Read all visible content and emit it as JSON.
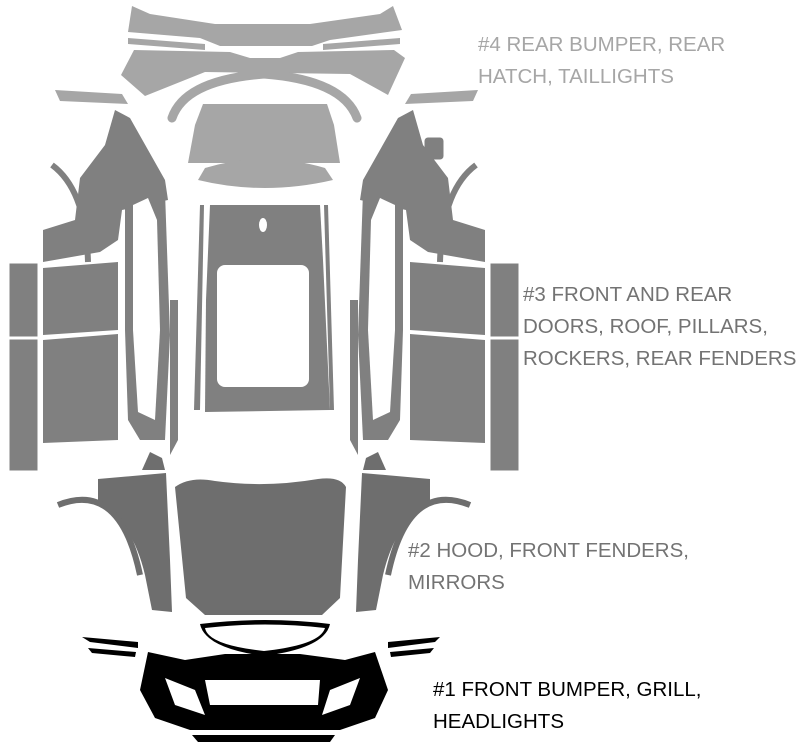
{
  "colors": {
    "rear_parts": "#a6a6a6",
    "side_parts": "#808080",
    "hood_parts": "#6e6e6e",
    "front_parts": "#000000",
    "label4": "#a6a6a6",
    "label3": "#737373",
    "label2": "#737373",
    "label1": "#000000"
  },
  "labels": {
    "package4": {
      "lines": [
        "#4 REAR BUMPER, REAR",
        "HATCH, TAILLIGHTS"
      ]
    },
    "package3": {
      "lines": [
        "#3 FRONT AND REAR",
        "DOORS, ROOF, PILLARS,",
        "ROCKERS, REAR FENDERS"
      ]
    },
    "package2": {
      "lines": [
        "#2 HOOD, FRONT FENDERS,",
        "MIRRORS"
      ]
    },
    "package1": {
      "lines": [
        "#1 FRONT BUMPER, GRILL,",
        "HEADLIGHTS"
      ]
    }
  }
}
